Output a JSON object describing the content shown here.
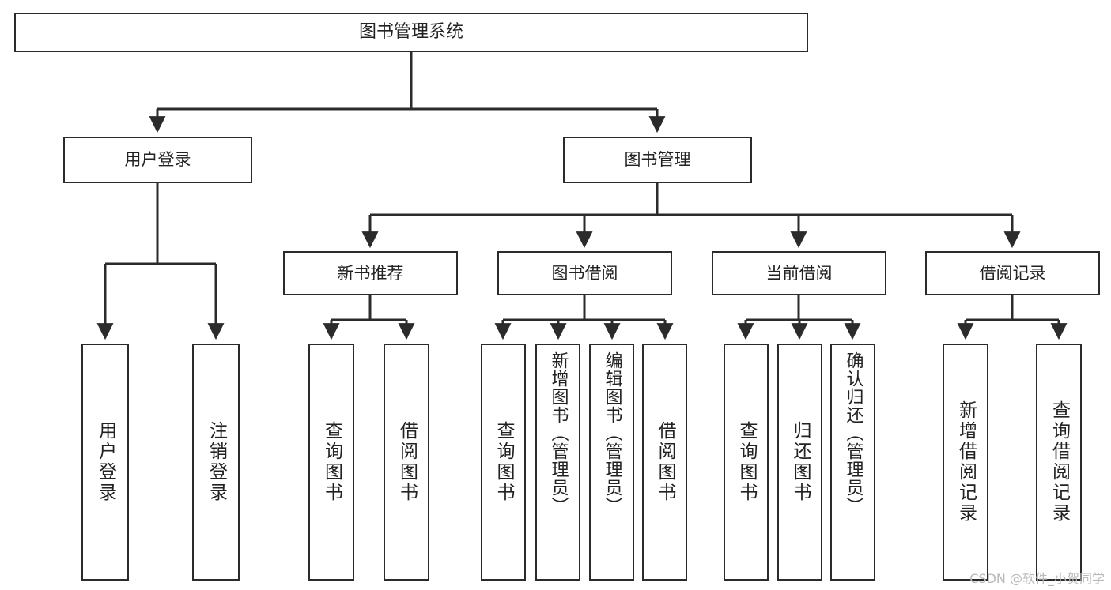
{
  "diagram": {
    "type": "tree-hierarchy-diagram",
    "title": "图书管理系统",
    "background_color": "#ffffff",
    "box_border_color": "#2b2b2b",
    "connector_color": "#2b2b2b",
    "text_color": "#222222"
  },
  "nodes": {
    "root": {
      "label": "图书管理系统"
    },
    "level2": [
      {
        "id": "user-login",
        "label": "用户登录"
      },
      {
        "id": "book-management",
        "label": "图书管理"
      }
    ],
    "level3": [
      {
        "id": "new-book-recommend",
        "label": "新书推荐"
      },
      {
        "id": "book-borrow",
        "label": "图书借阅"
      },
      {
        "id": "current-borrow",
        "label": "当前借阅"
      },
      {
        "id": "borrow-record",
        "label": "借阅记录"
      }
    ],
    "leaves": {
      "user-login": [
        {
          "id": "leaf-user-login",
          "label": "用户登录"
        },
        {
          "id": "leaf-user-logout",
          "label": "注销登录"
        }
      ],
      "new-book-recommend": [
        {
          "id": "leaf-query-books-1",
          "label": "查询图书"
        },
        {
          "id": "leaf-borrow-books-1",
          "label": "借阅图书"
        }
      ],
      "book-borrow": [
        {
          "id": "leaf-query-books-2",
          "label": "查询图书"
        },
        {
          "id": "leaf-add-book",
          "label": "新增图书（管理员）"
        },
        {
          "id": "leaf-edit-book",
          "label": "编辑图书（管理员）"
        },
        {
          "id": "leaf-borrow-books-2",
          "label": "借阅图书"
        }
      ],
      "current-borrow": [
        {
          "id": "leaf-query-books-3",
          "label": "查询图书"
        },
        {
          "id": "leaf-return-book",
          "label": "归还图书"
        },
        {
          "id": "leaf-confirm-return",
          "label": "确认归还（管理员）"
        }
      ],
      "borrow-record": [
        {
          "id": "leaf-add-record",
          "label": "新增借阅记录"
        },
        {
          "id": "leaf-query-record",
          "label": "查询借阅记录"
        }
      ]
    }
  },
  "watermark": {
    "text": "CSDN @软件_小贺同学"
  }
}
